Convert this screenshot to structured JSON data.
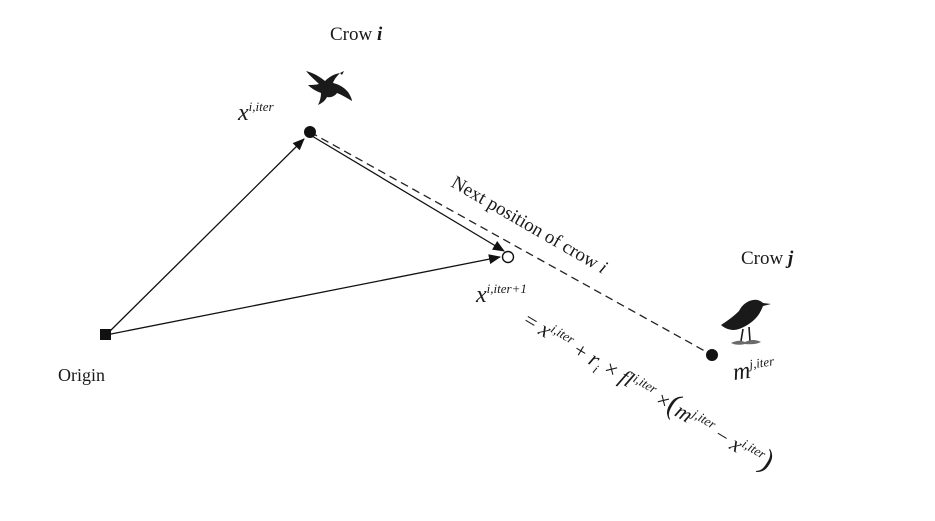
{
  "labels": {
    "crow_i": "Crow",
    "crow_i_var": "i",
    "crow_j": "Crow",
    "crow_j_var": "j",
    "origin": "Origin",
    "next_position": "Next position of crow",
    "next_position_var": "i"
  },
  "points": {
    "x_current": "x",
    "x_current_sup": "i,iter",
    "x_next": "x",
    "x_next_sup": "i,iter+1",
    "m_memory": "m",
    "m_memory_sup": "j,iter"
  },
  "equation": {
    "eq_sign": "= ",
    "x": "x",
    "x_sup": "i,iter",
    "plus": " + ",
    "r": "r",
    "r_sub": "i",
    "times1": " × ",
    "fl": "fl",
    "fl_sup": "i,iter",
    "times2": " ×",
    "lparen": "(",
    "m": "m",
    "m_sup": "j,iter",
    "minus": " − ",
    "x2": "x",
    "x2_sup": "i,iter",
    "rparen": ")"
  },
  "icons": {
    "flying_crow": "flying-crow-icon",
    "standing_crow": "standing-crow-icon"
  }
}
